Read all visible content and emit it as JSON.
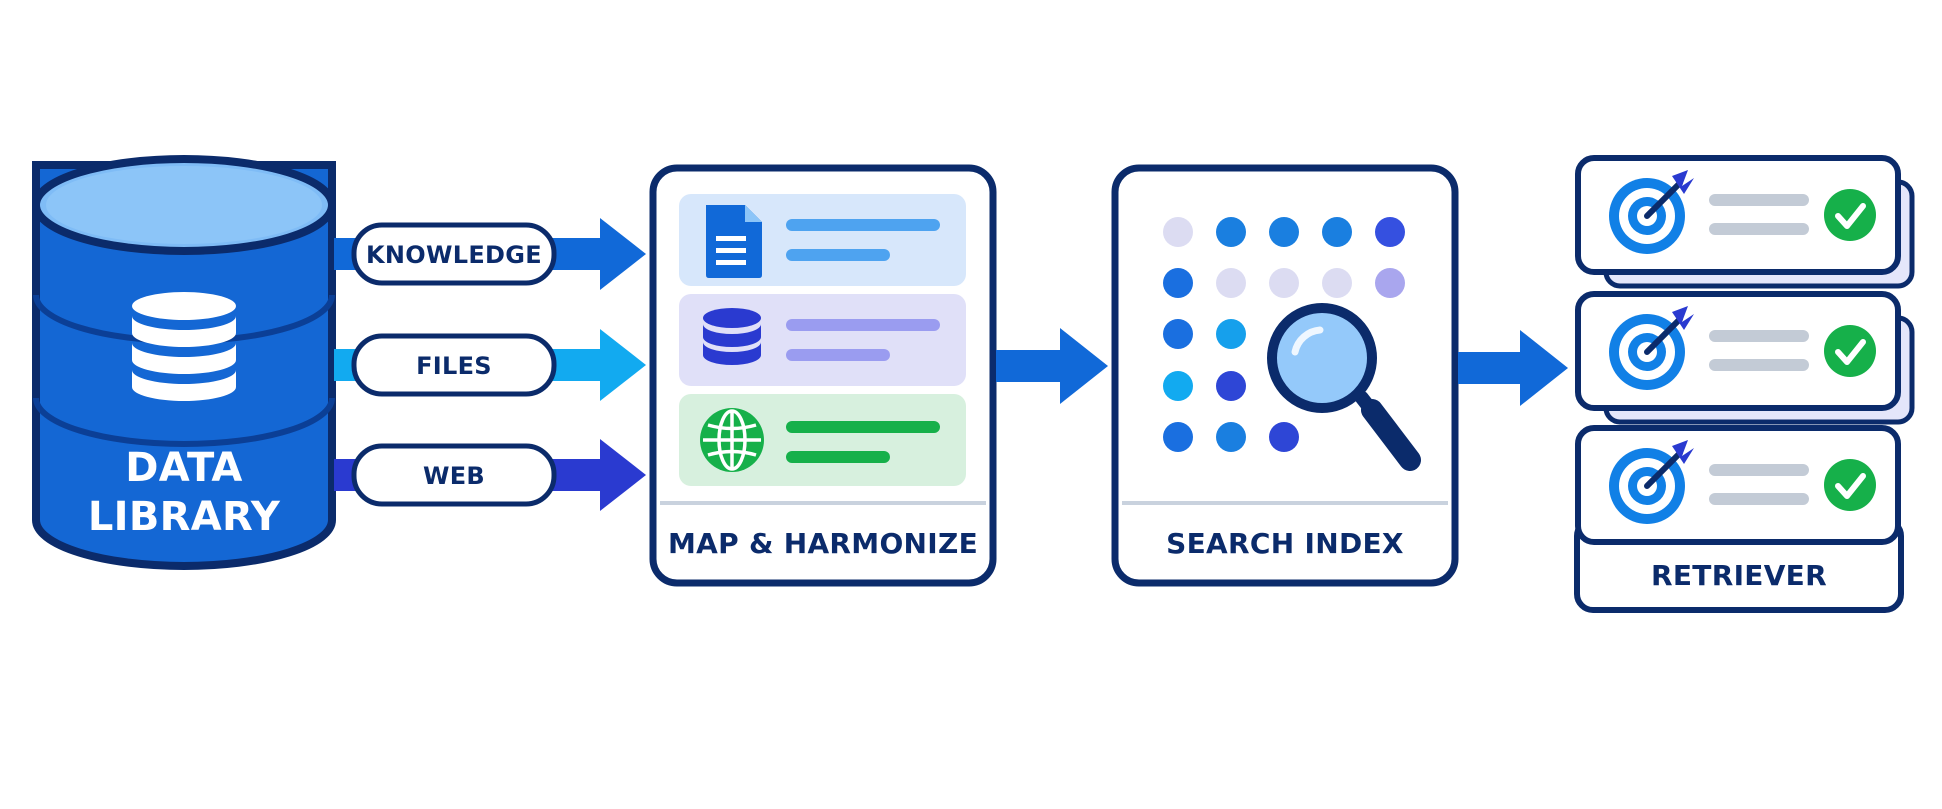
{
  "colors": {
    "navy": "#0b2b6b",
    "blue": "#1169d8",
    "sky": "#12aaf0",
    "indigo": "#2a3ad0",
    "green": "#16b04a"
  },
  "data_library": {
    "label_line1": "DATA",
    "label_line2": "LIBRARY",
    "icon": "database-icon"
  },
  "sources": [
    {
      "label": "KNOWLEDGE",
      "color": "#1169d8"
    },
    {
      "label": "FILES",
      "color": "#12aaf0"
    },
    {
      "label": "WEB",
      "color": "#2a3ad0"
    }
  ],
  "map_harmonize": {
    "label": "MAP & HARMONIZE",
    "rows": [
      {
        "icon": "document-icon",
        "tint": "#d7e7fb",
        "bar": "#4ea3f0"
      },
      {
        "icon": "database-icon",
        "tint": "#e0e0f8",
        "bar": "#9a9cf0"
      },
      {
        "icon": "globe-icon",
        "tint": "#d7f0de",
        "bar": "#16b04a"
      }
    ]
  },
  "search_index": {
    "label": "SEARCH INDEX",
    "icon": "magnifier-icon"
  },
  "retriever": {
    "label": "RETRIEVER",
    "item_icons": [
      "target-icon",
      "check-icon"
    ],
    "items": 3
  }
}
